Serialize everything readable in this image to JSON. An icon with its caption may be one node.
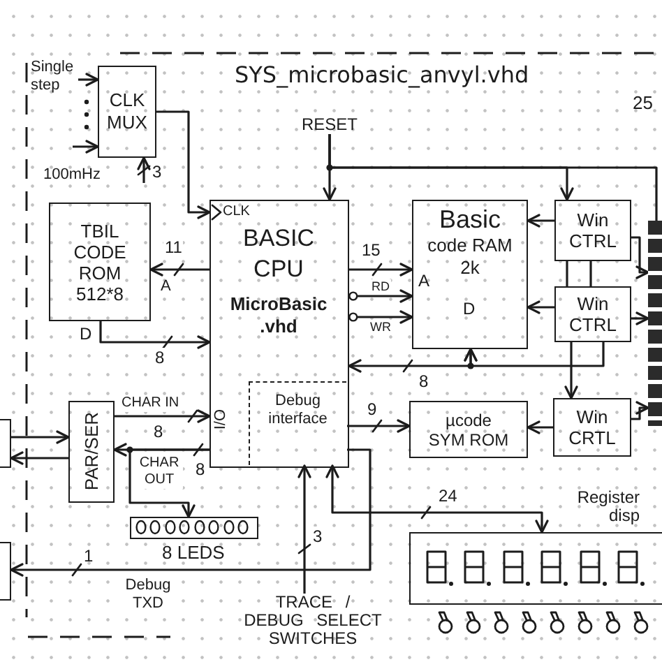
{
  "diagram": {
    "title": "SYS_microbasic_anvyl.vhd",
    "nodes": [
      {
        "text": [
          "Single step"
        ]
      },
      {
        "text": [
          "CLK MUX"
        ]
      },
      {
        "text": [
          "RESET"
        ]
      },
      {
        "text": [
          "TBIL CODE ROM 512*8"
        ]
      },
      {
        "text": [
          "CLK",
          "BASIC CPU",
          "MicroBasic .vhd",
          "I/O"
        ]
      },
      {
        "text": [
          "Debug interface"
        ],
        "in": 4
      },
      {
        "text": [
          "Basic code RAM 2k",
          "A",
          "D"
        ]
      },
      {
        "text": [
          "Win CTRL"
        ]
      },
      {
        "text": [
          "Win CTRL"
        ]
      },
      {
        "text": [
          "PAR/SER"
        ]
      },
      {
        "text": [
          "µcode SYM ROM"
        ]
      },
      {
        "text": [
          "Win CRTL"
        ]
      },
      {
        "text": [],
        "shape": "bar"
      },
      {
        "text": [],
        "shape": "box"
      },
      {
        "text": [],
        "shape": "box",
        "beside": [
          "8 LEDS"
        ]
      },
      {
        "text": [],
        "shape": "box"
      },
      {
        "text": [],
        "shape": "box",
        "beside": [
          "Register disp"
        ]
      },
      {
        "text": [
          "TRACE / DEBUG SELECT SWITCHES"
        ]
      }
    ],
    "edges": [
      {
        "from": 0,
        "to": 1,
        "arrow": "to"
      },
      {
        "from": null,
        "to": 1,
        "arrow": "to"
      },
      {
        "from": null,
        "to": 1,
        "arrow": "to",
        "label": "3"
      },
      {
        "from": 1,
        "to": 4,
        "arrow": "to"
      },
      {
        "from": 2,
        "to": 4,
        "arrow": "to"
      },
      {
        "from": 2,
        "to": 7,
        "arrow": "to"
      },
      {
        "from": 2,
        "to": 12,
        "arrow": "none"
      },
      {
        "from": 4,
        "to": 3,
        "arrow": "to",
        "label": "11"
      },
      {
        "from": 3,
        "to": 4,
        "arrow": "to",
        "label": "8"
      },
      {
        "from": 4,
        "to": 6,
        "arrow": "to",
        "label": "15"
      },
      {
        "from": 4,
        "to": 6,
        "arrow": "to",
        "label": "RD"
      },
      {
        "from": 4,
        "to": 6,
        "arrow": "to",
        "label": "WR"
      },
      {
        "from": 4,
        "to": 6,
        "arrow": "both",
        "label": "8"
      },
      {
        "from": 7,
        "to": 6,
        "arrow": "to"
      },
      {
        "from": 8,
        "to": 6,
        "arrow": "to"
      },
      {
        "from": 7,
        "to": 8,
        "arrow": "none"
      },
      {
        "from": 7,
        "to": 8,
        "arrow": "none"
      },
      {
        "from": 7,
        "to": 12,
        "arrow": "to"
      },
      {
        "from": 8,
        "to": 12,
        "arrow": "to"
      },
      {
        "from": 8,
        "to": 11,
        "arrow": "to"
      },
      {
        "from": 8,
        "to": 6,
        "arrow": "to"
      },
      {
        "from": 11,
        "to": 10,
        "arrow": "to"
      },
      {
        "from": 5,
        "to": 10,
        "arrow": "to",
        "label": "9"
      },
      {
        "from": 11,
        "to": 12,
        "arrow": "to"
      },
      {
        "from": 13,
        "to": 9,
        "arrow": "to"
      },
      {
        "from": 9,
        "to": 13,
        "arrow": "to"
      },
      {
        "from": 9,
        "to": 4,
        "arrow": "to",
        "label": "CHAR IN"
      },
      {
        "from": 4,
        "to": 9,
        "arrow": "to",
        "label": "CHAR OUT"
      },
      {
        "from": 4,
        "to": 14,
        "arrow": "to"
      },
      {
        "from": 5,
        "to": 15,
        "arrow": "to",
        "label": "Debug TXD"
      },
      {
        "from": 17,
        "to": 5,
        "arrow": "to",
        "label": "3"
      },
      {
        "from": 5,
        "to": 16,
        "arrow": "both",
        "label": "24"
      }
    ],
    "labels": [
      "25",
      "100mHz",
      "A",
      "D",
      "8",
      "8",
      "1"
    ]
  }
}
